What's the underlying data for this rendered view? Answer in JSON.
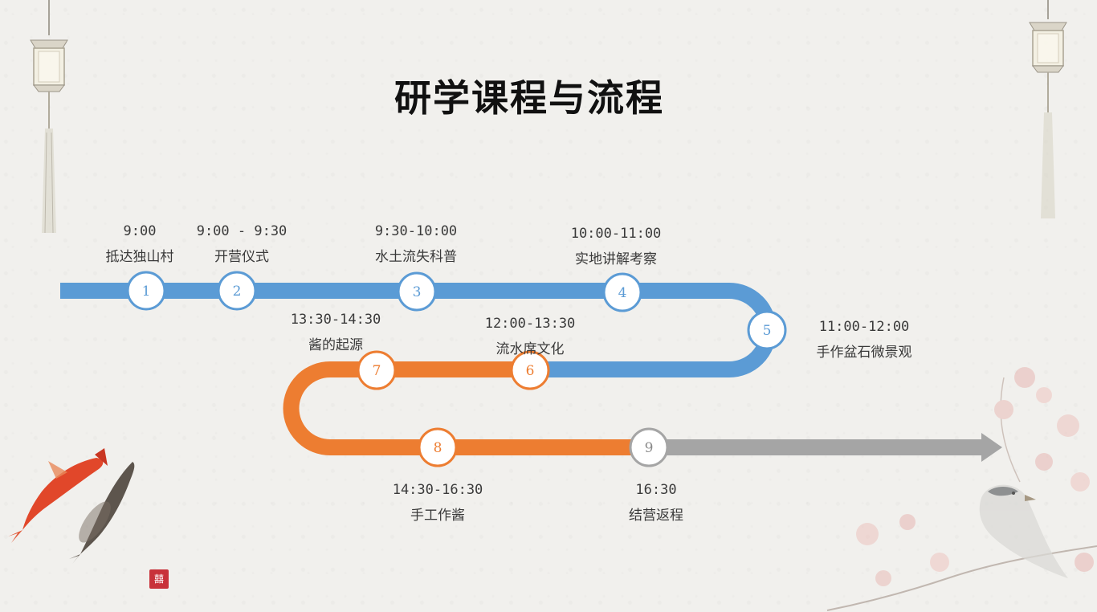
{
  "title": "研学课程与流程",
  "colors": {
    "blue": "#5b9bd5",
    "orange": "#ed7d31",
    "gray": "#a5a5a5"
  },
  "steps": [
    {
      "n": "1",
      "time": "9:00",
      "name": "抵达独山村",
      "color": "blue"
    },
    {
      "n": "2",
      "time": "9:00 - 9:30",
      "name": "开营仪式",
      "color": "blue"
    },
    {
      "n": "3",
      "time": "9:30-10:00",
      "name": "水土流失科普",
      "color": "blue"
    },
    {
      "n": "4",
      "time": "10:00-11:00",
      "name": "实地讲解考察",
      "color": "blue"
    },
    {
      "n": "5",
      "time": "11:00-12:00",
      "name": "手作盆石微景观",
      "color": "blue"
    },
    {
      "n": "6",
      "time": "12:00-13:30",
      "name": "流水席文化",
      "color": "orange"
    },
    {
      "n": "7",
      "time": "13:30-14:30",
      "name": "酱的起源",
      "color": "orange"
    },
    {
      "n": "8",
      "time": "14:30-16:30",
      "name": "手工作酱",
      "color": "orange"
    },
    {
      "n": "9",
      "time": "16:30",
      "name": "结营返程",
      "color": "gray"
    }
  ],
  "decor": {
    "lantern_icon": "lantern-icon",
    "koi_icon": "koi-fish-icon",
    "bird_icon": "bird-icon",
    "seal_text": "囍"
  }
}
